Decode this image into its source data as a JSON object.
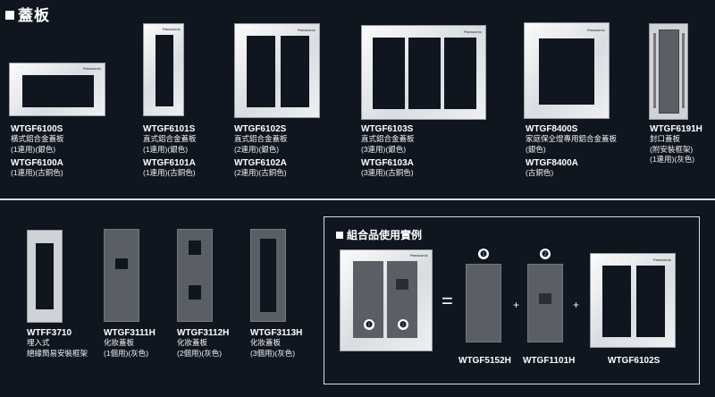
{
  "section": {
    "title": "蓋板"
  },
  "plates": [
    {
      "code": "WTGF6100S",
      "desc1": "橫式鋁合金蓋板",
      "desc2": "(1連用)(銀色)",
      "code2": "WTGF6100A",
      "desc3": "(1連用)(古銅色)"
    },
    {
      "code": "WTGF6101S",
      "desc1": "直式鋁合金蓋板",
      "desc2": "(1連用)(銀色)",
      "code2": "WTGF6101A",
      "desc3": "(1連用)(古銅色)"
    },
    {
      "code": "WTGF6102S",
      "desc1": "直式鋁合金蓋板",
      "desc2": "(2連用)(銀色)",
      "code2": "WTGF6102A",
      "desc3": "(2連用)(古銅色)"
    },
    {
      "code": "WTGF6103S",
      "desc1": "直式鋁合金蓋板",
      "desc2": "(3連用)(銀色)",
      "code2": "WTGF6103A",
      "desc3": "(3連用)(古銅色)"
    },
    {
      "code": "WTGF8400S",
      "desc1": "家庭保全燈專用鋁合金蓋板",
      "desc2": "(銀色)",
      "code2": "WTGF8400A",
      "desc3": "(古銅色)"
    },
    {
      "code": "WTGF6191H",
      "desc1": "封口蓋板",
      "desc2": "(附安裝框架)",
      "desc3": "(1連用)(灰色)"
    }
  ],
  "bottom_items": [
    {
      "code": "WTFF3710",
      "desc1": "埋入式",
      "desc2": "絕緣簡易安裝框架"
    },
    {
      "code": "WTGF3111H",
      "desc1": "化妝蓋板",
      "desc2": "(1個用)(灰色)"
    },
    {
      "code": "WTGF3112H",
      "desc1": "化妝蓋板",
      "desc2": "(2個用)(灰色)"
    },
    {
      "code": "WTGF3113H",
      "desc1": "化妝蓋板",
      "desc2": "(3個用)(灰色)"
    }
  ],
  "examples": {
    "title": "組合品使用實例",
    "marker1": "❶",
    "marker2": "❷",
    "eq": "=",
    "plus": "+",
    "labels": [
      "WTGF5152H",
      "WTGF1101H",
      "WTGF6102S"
    ]
  },
  "brand": "Panasonic"
}
